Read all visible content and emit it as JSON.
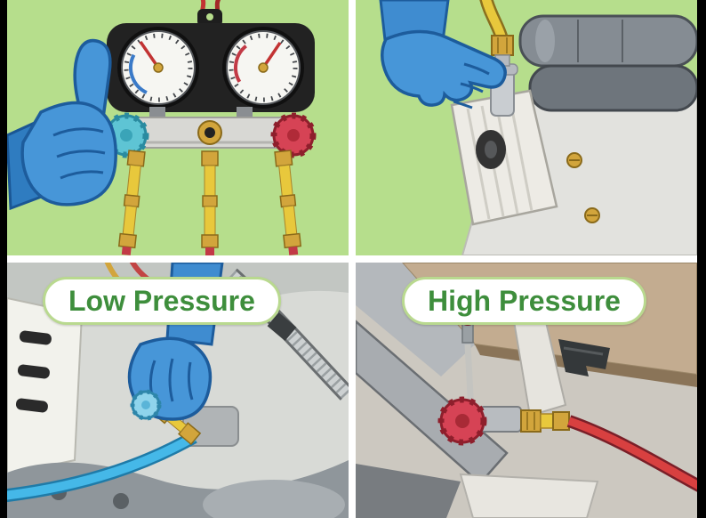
{
  "image": {
    "type": "instructional-illustration",
    "grid": "2x2"
  },
  "labels": {
    "low_pressure": "Low Pressure",
    "high_pressure": "High Pressure"
  },
  "panels": [
    {
      "id": "top-left",
      "icon": "manifold-gauge-set-thumbs-up-illustration"
    },
    {
      "id": "top-right",
      "icon": "gloved-hand-connecting-yellow-hose-to-compressor-illustration"
    },
    {
      "id": "bottom-left",
      "icon": "low-pressure-service-port-illustration",
      "label": "Low Pressure"
    },
    {
      "id": "bottom-right",
      "icon": "high-pressure-service-port-illustration",
      "label": "High Pressure"
    }
  ],
  "colors": {
    "panel_background_green": "#b6de8c",
    "gutter_white": "#ffffff",
    "edge_bar_black": "#000000",
    "badge_background": "#ffffff",
    "badge_text_green": "#3e8e3c",
    "badge_border_green": "#b9d98f",
    "glove_blue": "#4796d8",
    "glove_outline_blue": "#1d5c9c",
    "hose_yellow": "#e8c83c",
    "hose_blue": "#45b8e8",
    "hose_red": "#d84040",
    "low_side_knob_cyan": "#5ec4d4",
    "high_side_knob_red": "#d64355",
    "brass_gold": "#d2a53c",
    "gauge_face_white": "#f6f6f2",
    "gauge_body_black": "#222222"
  }
}
